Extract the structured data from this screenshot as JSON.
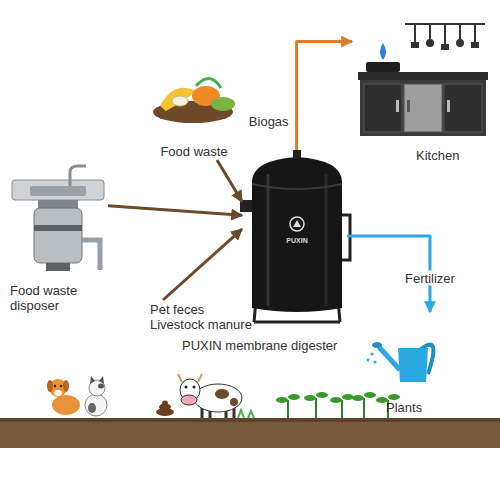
{
  "diagram": {
    "nodes": [
      {
        "text": [
          "Food waste"
        ]
      },
      {
        "text": [
          "Food waste disposer"
        ]
      },
      {
        "text": [
          "Pet feces Livestock manure"
        ]
      },
      {
        "text": [
          "PUXIN membrane digester"
        ]
      },
      {
        "text": [
          "Kitchen"
        ]
      },
      {
        "text": [
          "Plants"
        ]
      }
    ],
    "edges": [
      {
        "from": 0,
        "to": 3,
        "arrow": "to"
      },
      {
        "from": 1,
        "to": 3,
        "arrow": "to"
      },
      {
        "from": 2,
        "to": 3,
        "arrow": "to"
      },
      {
        "from": 3,
        "to": 4,
        "label": "Biogas",
        "arrow": "to"
      },
      {
        "from": 3,
        "to": 5,
        "label": "Fertilizer",
        "arrow": "to"
      }
    ],
    "labels": [
      "PUXIN"
    ]
  }
}
